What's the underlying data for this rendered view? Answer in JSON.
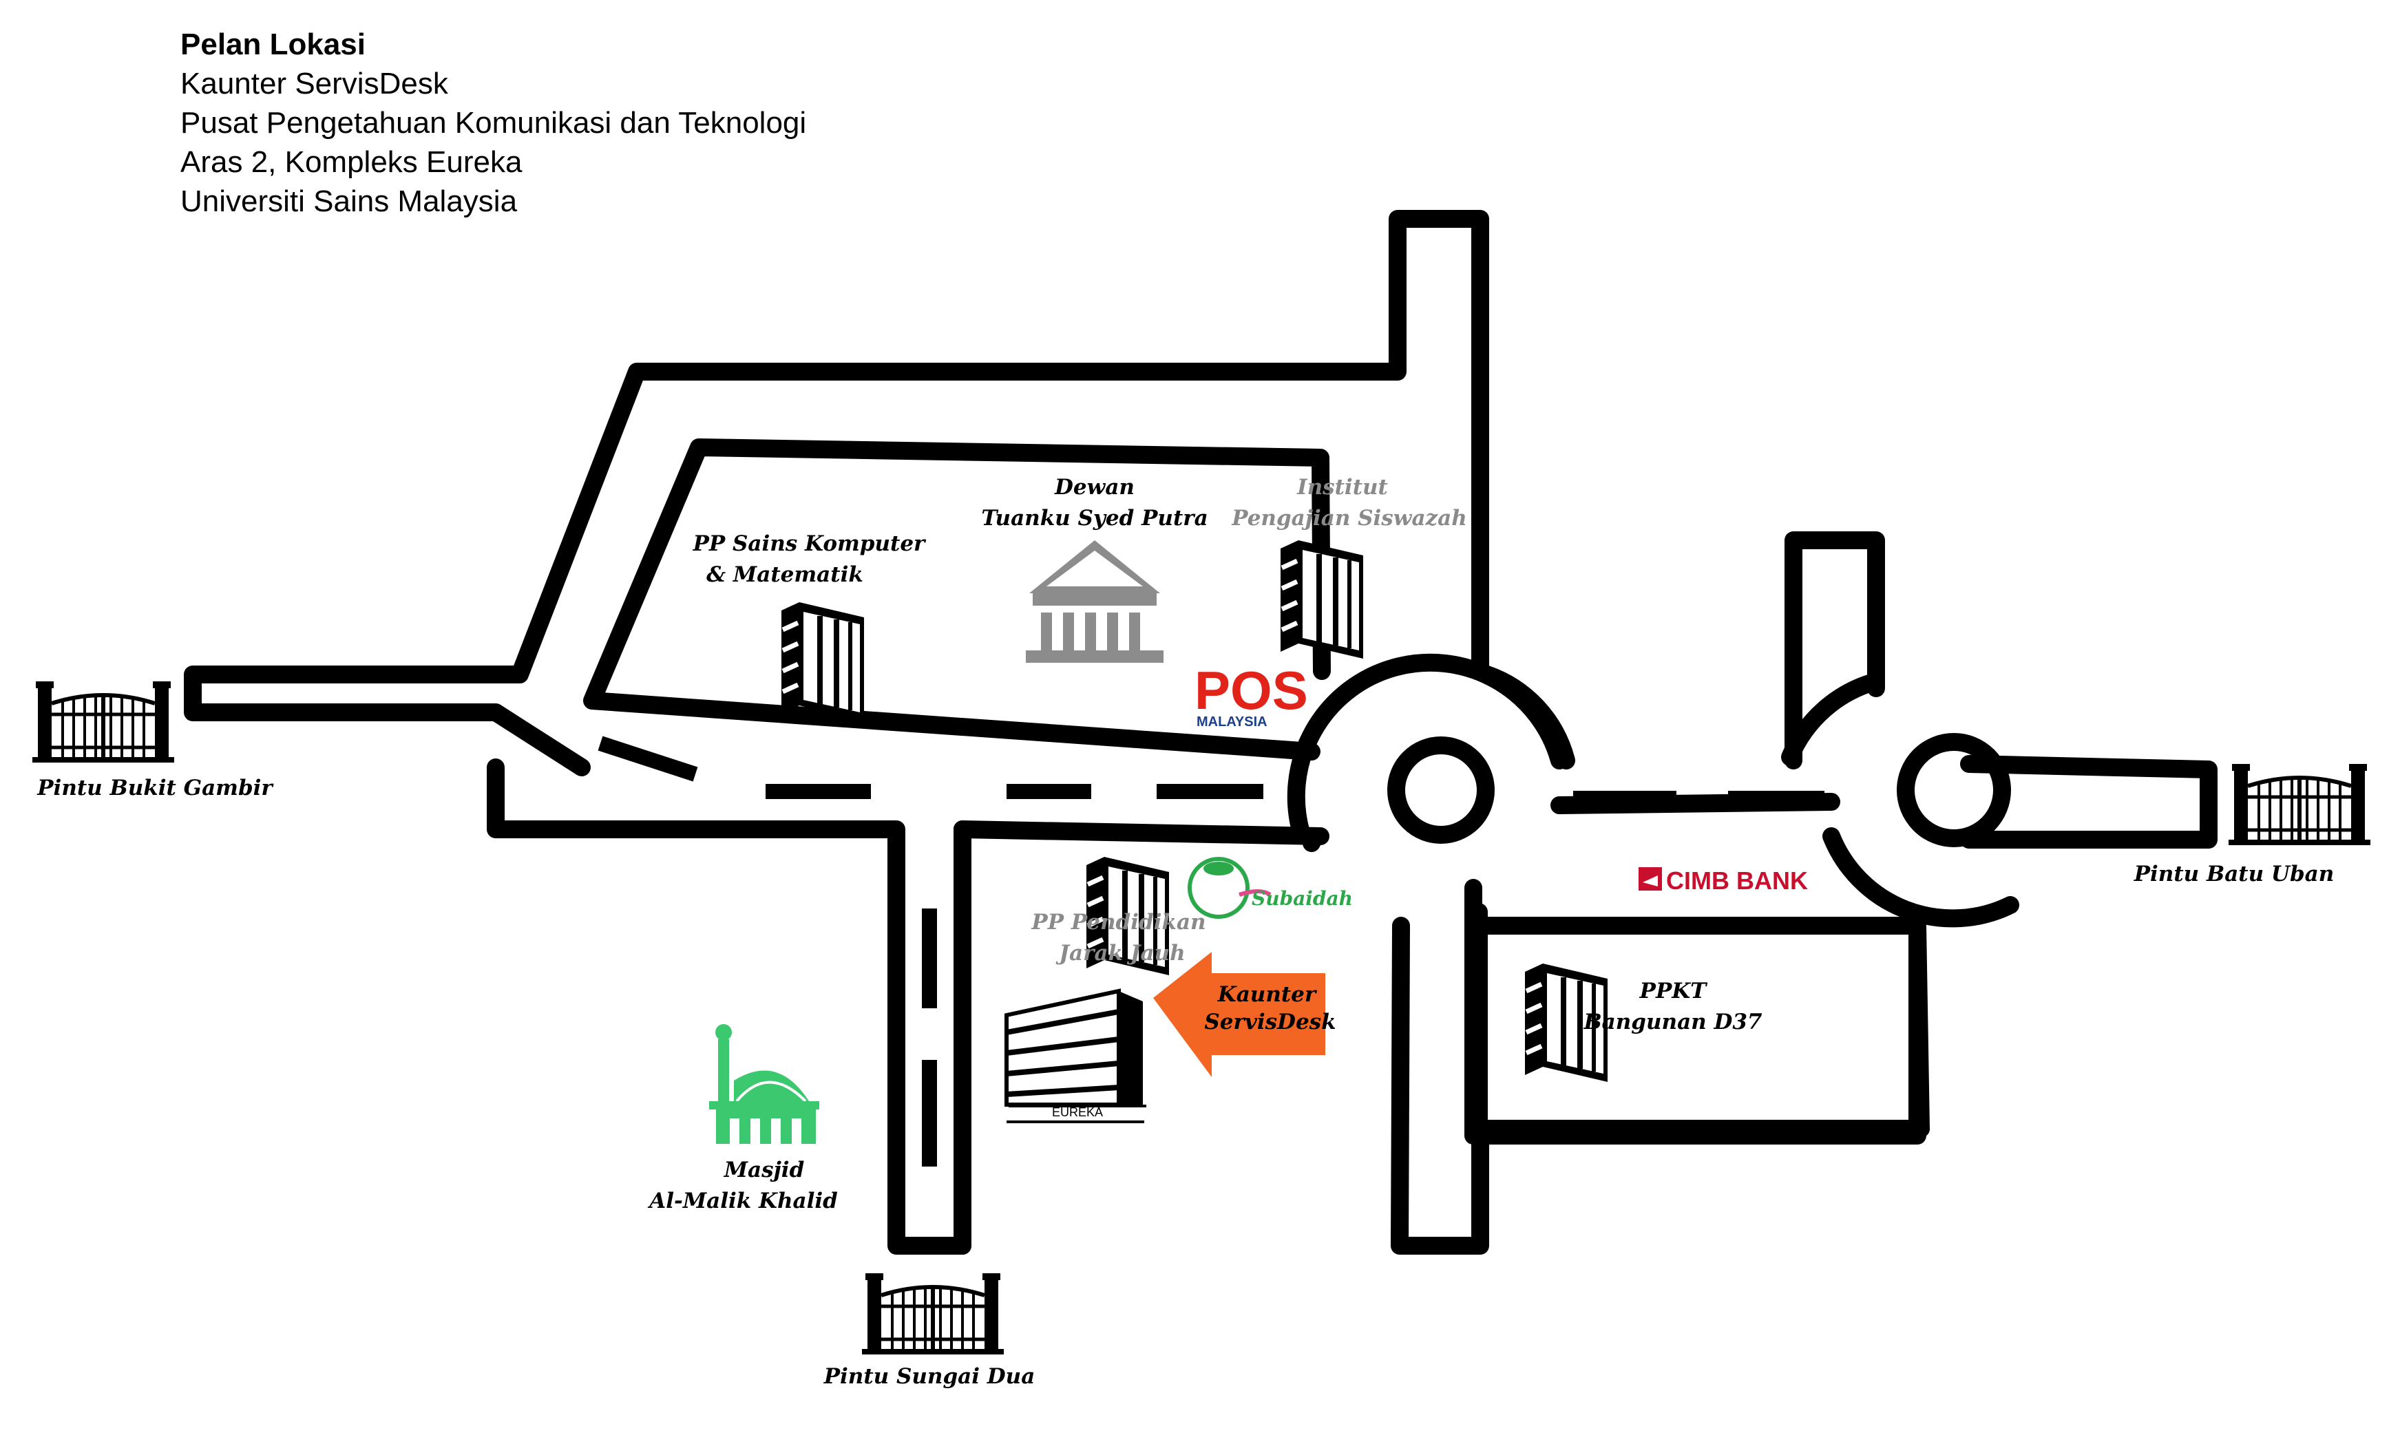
{
  "header": {
    "title": "Pelan Lokasi",
    "lines": [
      "Kaunter ServisDesk",
      "Pusat Pengetahuan Komunikasi dan Teknologi",
      "Aras 2, Kompleks Eureka",
      "Universiti Sains Malaysia"
    ]
  },
  "labels": {
    "pp_sains_1": "PP Sains Komputer",
    "pp_sains_2": "& Matematik",
    "dewan_1": "Dewan",
    "dewan_2": "Tuanku Syed Putra",
    "institut_1": "Institut",
    "institut_2": "Pengajian Siswazah",
    "pos_logo": "POS",
    "pos_sub": "MALAYSIA",
    "ppjj_1": "PP Pendidikan",
    "ppjj_2": "Jarak Jauh",
    "subaidah": "Subaidah",
    "cimb": "CIMB BANK",
    "ppkt_1": "PPKT",
    "ppkt_2": "Bangunan D37",
    "kaunter_1": "Kaunter",
    "kaunter_2": "ServisDesk",
    "eureka": "EUREKA",
    "masjid_1": "Masjid",
    "masjid_2": "Al-Malik Khalid",
    "gate_bukit_gambir": "Pintu Bukit Gambir",
    "gate_batu_uban": "Pintu Batu Uban",
    "gate_sungai_dua": "Pintu Sungai Dua"
  },
  "colors": {
    "road": "#000000",
    "arrow": "#f26522",
    "pos_red": "#e2231a",
    "pos_blue": "#1d3f8f",
    "cimb_red": "#c8102e",
    "mosque_green": "#3cc86e",
    "gray_label": "#8a8a8a"
  },
  "icons": [
    "building-icon",
    "hall-icon",
    "mosque-icon",
    "gate-icon",
    "arrow-icon"
  ]
}
